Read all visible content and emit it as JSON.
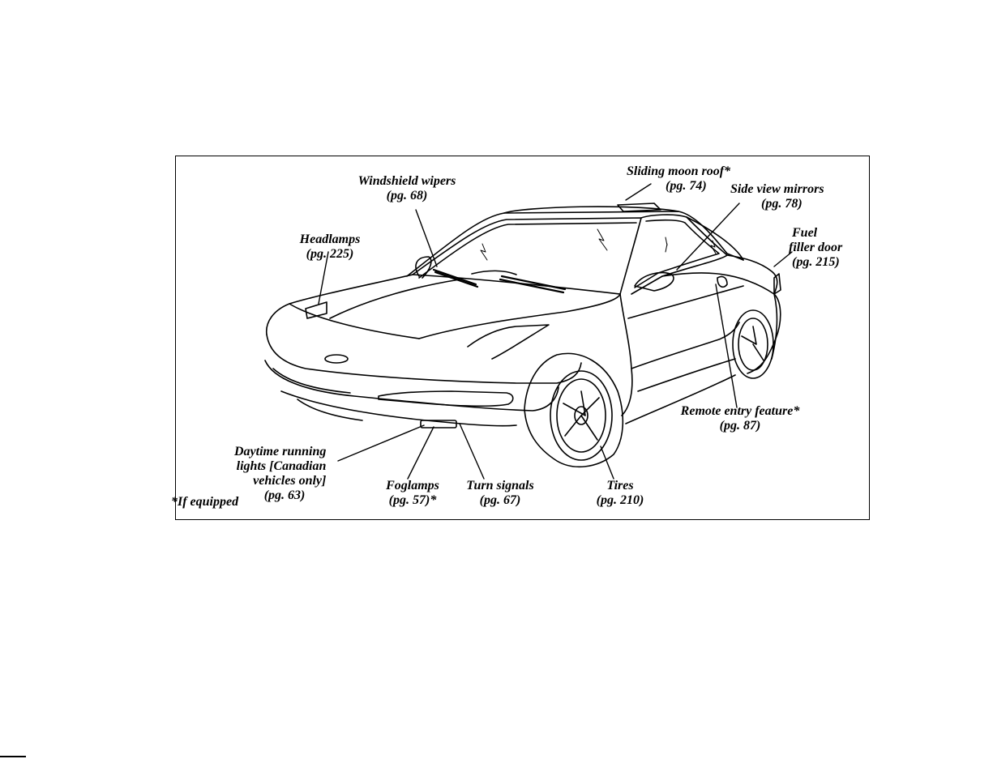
{
  "labels": {
    "windshield_wipers": {
      "name": "Windshield wipers",
      "page": "(pg. 68)"
    },
    "sliding_moon_roof": {
      "name": "Sliding moon roof*",
      "page": "(pg. 74)"
    },
    "side_view_mirrors": {
      "name": "Side view mirrors",
      "page": "(pg. 78)"
    },
    "fuel_filler_door": {
      "line1": "Fuel",
      "line2": "filler door",
      "page": "(pg. 215)"
    },
    "headlamps": {
      "name": "Headlamps",
      "page": "(pg. 225)"
    },
    "remote_entry": {
      "name": "Remote entry feature*",
      "page": "(pg. 87)"
    },
    "daytime_running_lights": {
      "line1": "Daytime running",
      "line2": "lights [Canadian",
      "line3": "vehicles only]",
      "page": "(pg. 63)"
    },
    "foglamps": {
      "name": "Foglamps",
      "page": "(pg. 57)*"
    },
    "turn_signals": {
      "name": "Turn signals",
      "page": "(pg. 67)"
    },
    "tires": {
      "name": "Tires",
      "page": "(pg. 210)"
    }
  },
  "footnote": "*If equipped"
}
